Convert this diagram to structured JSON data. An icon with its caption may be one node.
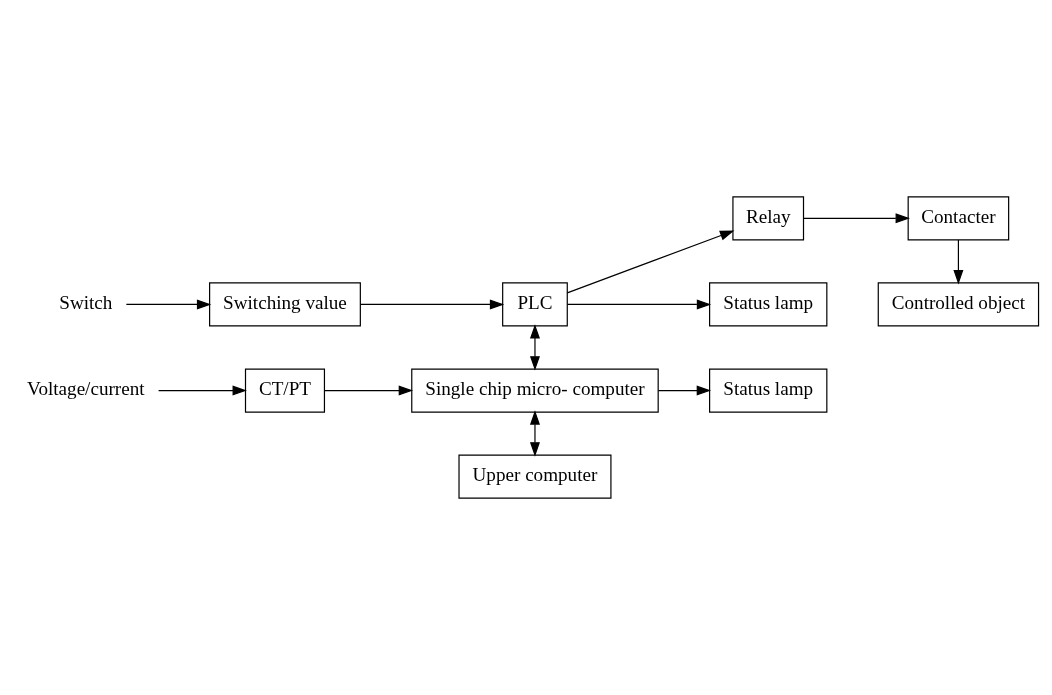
{
  "diagram": {
    "nodes": [
      {
        "text": [
          "Switch"
        ]
      },
      {
        "text": [
          "Switching value"
        ]
      },
      {
        "text": [
          "PLC"
        ]
      },
      {
        "text": [
          "Relay"
        ]
      },
      {
        "text": [
          "Contacter"
        ]
      },
      {
        "text": [
          "Status lamp"
        ]
      },
      {
        "text": [
          "Controlled object"
        ]
      },
      {
        "text": [
          "Voltage/current"
        ]
      },
      {
        "text": [
          "CT/PT"
        ]
      },
      {
        "text": [
          "Single chip micro- computer"
        ]
      },
      {
        "text": [
          "Status lamp"
        ]
      },
      {
        "text": [
          "Upper computer"
        ]
      }
    ],
    "edges": [
      {
        "from": 0,
        "to": 1,
        "arrow": "to"
      },
      {
        "from": 1,
        "to": 2,
        "arrow": "to"
      },
      {
        "from": 2,
        "to": 3,
        "arrow": "to"
      },
      {
        "from": 3,
        "to": 4,
        "arrow": "to"
      },
      {
        "from": 2,
        "to": 5,
        "arrow": "to"
      },
      {
        "from": 4,
        "to": 6,
        "arrow": "to"
      },
      {
        "from": 2,
        "to": 9,
        "arrow": "both"
      },
      {
        "from": 7,
        "to": 8,
        "arrow": "to"
      },
      {
        "from": 8,
        "to": 9,
        "arrow": "to"
      },
      {
        "from": 9,
        "to": 10,
        "arrow": "to"
      },
      {
        "from": 9,
        "to": 11,
        "arrow": "both"
      }
    ]
  }
}
